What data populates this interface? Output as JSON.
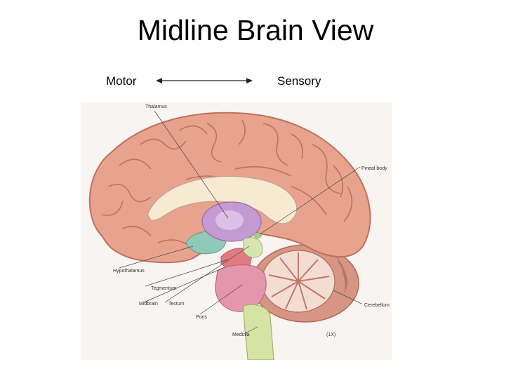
{
  "slide": {
    "title": "Midline Brain View",
    "axis": {
      "left_label": "Motor",
      "right_label": "Sensory"
    }
  },
  "figure": {
    "labels": {
      "thalamus": "Thalamus",
      "pineal_body": "Pineal body",
      "hypothalamus": "Hypothalamus",
      "tegmentum": "Tegmentum",
      "midbrain": "Midbrain",
      "tectum": "Tectum",
      "pons": "Pons",
      "cerebellum": "Cerebellum",
      "medulla": "Medulla",
      "magnification": "(1X)"
    },
    "colors": {
      "cortex": "#e8a38f",
      "cortex_dark": "#c0705e",
      "corpus_callosum": "#f6ead3",
      "thalamus": "#c59ad2",
      "hypothalamus": "#8fc9b8",
      "pons": "#e497ac",
      "medulla": "#d5e3a3",
      "cerebellum": "#e2a693",
      "background": "#f7f4f1"
    }
  }
}
